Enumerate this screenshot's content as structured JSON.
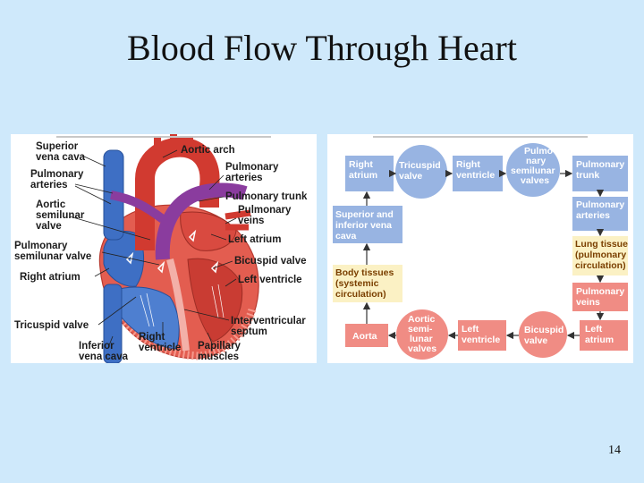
{
  "slide": {
    "title": "Blood Flow Through Heart",
    "number": "14"
  },
  "heart_diagram": {
    "labels": {
      "superior_vena_cava": [
        "Superior",
        "vena cava"
      ],
      "aortic_arch": [
        "Aortic arch"
      ],
      "pulmonary_arteries_left": [
        "Pulmonary",
        "arteries"
      ],
      "pulmonary_arteries_right": [
        "Pulmonary",
        "arteries"
      ],
      "pulmonary_trunk": [
        "Pulmonary trunk"
      ],
      "aortic_semilunar_valve": [
        "Aortic",
        "semilunar",
        "valve"
      ],
      "pulmonary_veins": [
        "Pulmonary",
        "veins"
      ],
      "left_atrium": [
        "Left atrium"
      ],
      "pulmonary_semilunar_valve": [
        "Pulmonary",
        "semilunar valve"
      ],
      "bicuspid_valve": [
        "Bicuspid valve"
      ],
      "right_atrium": [
        "Right atrium"
      ],
      "left_ventricle": [
        "Left ventricle"
      ],
      "tricuspid_valve": [
        "Tricuspid valve"
      ],
      "interventricular_septum": [
        "Interventricular",
        "septum"
      ],
      "inferior_vena_cava": [
        "Inferior",
        "vena cava"
      ],
      "right_ventricle": [
        "Right",
        "ventricle"
      ],
      "papillary_muscles": [
        "Papillary",
        "muscles"
      ]
    }
  },
  "flow_diagram": {
    "colors": {
      "blue": "#98b4e2",
      "red": "#f08c84",
      "yellow": "#fbf1c4",
      "blue_text": "#ffffff",
      "red_text": "#ffffff",
      "yellow_text": "#7a3f00"
    },
    "nodes": {
      "right_atrium": [
        "Right",
        "atrium"
      ],
      "tricuspid_valve": [
        "Tricuspid",
        "valve"
      ],
      "right_ventricle": [
        "Right",
        "ventricle"
      ],
      "pulmonary_semilunar_valves": [
        "Pulmo-",
        "nary",
        "semilunar",
        "valves"
      ],
      "pulmonary_trunk": [
        "Pulmonary",
        "trunk"
      ],
      "pulmonary_arteries": [
        "Pulmonary",
        "arteries"
      ],
      "lung_tissue": [
        "Lung tissue",
        "(pulmonary",
        "circulation)"
      ],
      "pulmonary_veins": [
        "Pulmonary",
        "veins"
      ],
      "left_atrium": [
        "Left",
        "atrium"
      ],
      "bicuspid_valve": [
        "Bicuspid",
        "valve"
      ],
      "left_ventricle": [
        "Left",
        "ventricle"
      ],
      "aortic_semilunar_valves": [
        "Aortic",
        "semi-",
        "lunar",
        "valves"
      ],
      "aorta": [
        "Aorta"
      ],
      "body_tissues": [
        "Body tissues",
        "(systemic",
        "circulation)"
      ],
      "superior_inferior_vena_cava": [
        "Superior and",
        "inferior vena",
        "cava"
      ]
    }
  }
}
